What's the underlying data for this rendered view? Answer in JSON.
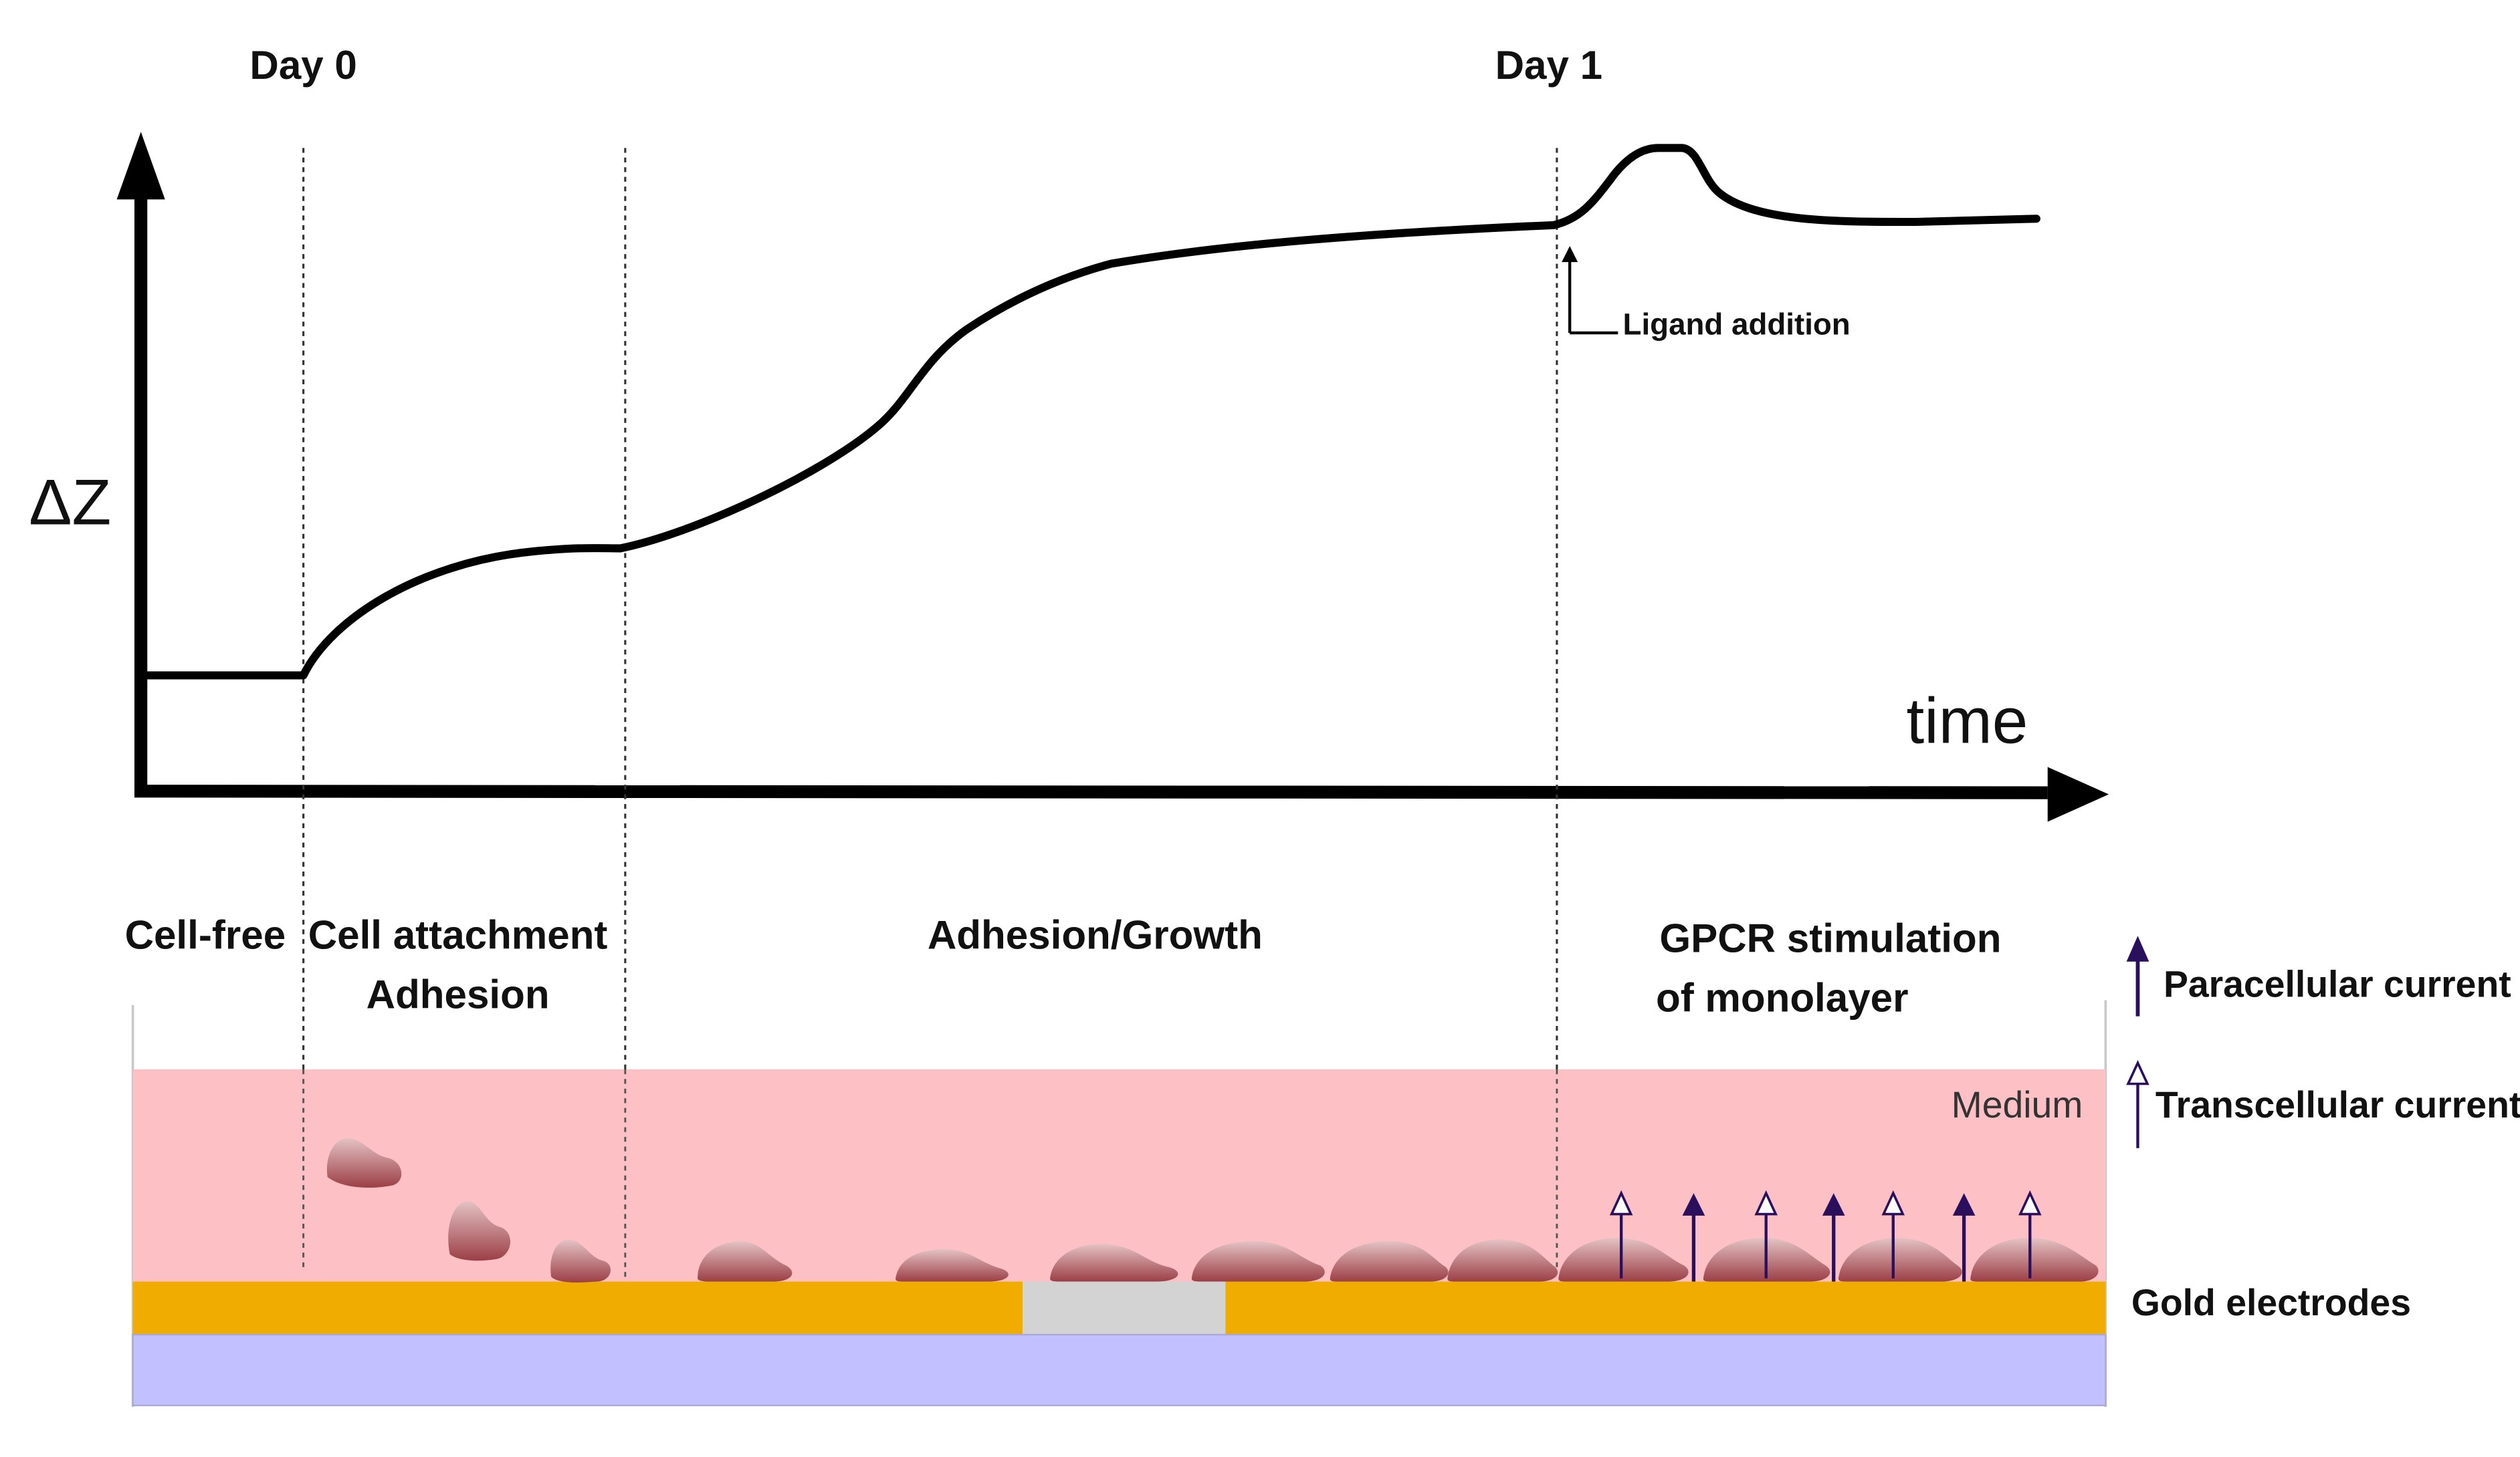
{
  "labels": {
    "day0": "Day 0",
    "day1": "Day 1",
    "y_axis": "ΔZ",
    "x_axis": "time",
    "ligand": "Ligand addition",
    "phases": {
      "cell_free": "Cell-free",
      "attachment_line1": "Cell attachment",
      "attachment_line2": "Adhesion",
      "growth": "Adhesion/Growth",
      "gpcr_line1": "GPCR stimulation",
      "gpcr_line2": "of monolayer"
    },
    "medium": "Medium",
    "gold": "Gold electrodes"
  },
  "legend": {
    "paracellular": "Paracellular current",
    "transcellular": "Transcellular current"
  },
  "colors": {
    "medium": "#fdc0c4",
    "gold": "#f0ad00",
    "gap": "#d3d3d3",
    "substrate": "#c2c0ff",
    "cell_dark": "#a44a4f",
    "cell_light": "#d8a5a8",
    "arrow": "#2a0f5c",
    "curve": "#000000"
  }
}
